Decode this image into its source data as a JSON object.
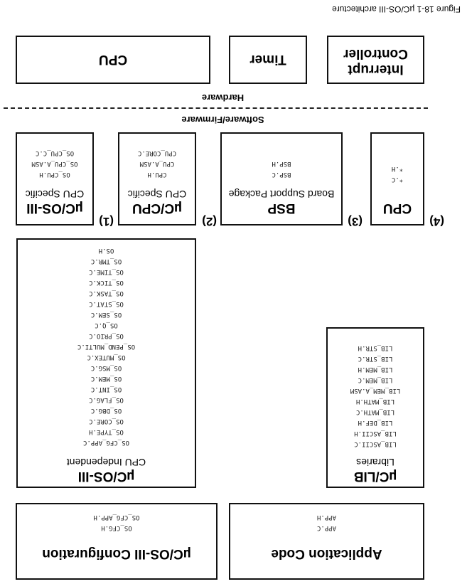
{
  "caption": "Figure 18-1 µC/OS-III architecture",
  "hardware": {
    "label": "Hardware",
    "cpu": "CPU",
    "timer": "Timer",
    "interrupt_controller": [
      "Interrupt",
      "Controller"
    ]
  },
  "software_label": "Software/Firmware",
  "os_cpu": {
    "title": "µC/OS-III",
    "subtitle": "CPU Specific",
    "files": [
      "OS_CPU.H",
      "OS_CPU_A.ASM",
      "OS_CPU_C.C"
    ],
    "num": "(1)"
  },
  "uc_cpu": {
    "title": "µC/CPU",
    "subtitle": "CPU Specific",
    "files": [
      "CPU.H",
      "CPU_A.ASM",
      "CPU_CORE.C"
    ],
    "num": "(2)"
  },
  "bsp": {
    "title": "BSP",
    "subtitle": "Board Support Package",
    "files": [
      "BSP.C",
      "BSP.H"
    ],
    "num": "(3)"
  },
  "cpu": {
    "title": "CPU",
    "files": [
      "*.C",
      "*.H"
    ],
    "num": "(4)"
  },
  "os_indep": {
    "title": "µC/OS-III",
    "subtitle": "CPU Independent",
    "files": [
      "OS_CFG_APP.C",
      "OS_TYPE.H",
      "OS_CORE.C",
      "OS_DBG.C",
      "OS_FLAG.C",
      "OS_INT.C",
      "OS_MEM.C",
      "OS_MSG.C",
      "OS_MUTEX.C",
      "OS_PEND_MULTI.C",
      "OS_PRIO.C",
      "OS_Q.C",
      "OS_SEM.C",
      "OS_STAT.C",
      "OS_TASK.C",
      "OS_TICK.C",
      "OS_TIME.C",
      "OS_TMR.C",
      "OS.H"
    ]
  },
  "uc_lib": {
    "title": "µC/LIB",
    "subtitle": "Libraries",
    "files": [
      "LIB_ASCII.C",
      "LIB_ASCII.H",
      "LIB_DEF.H",
      "LIB_MATH.C",
      "LIB_MATH.H",
      "LIB_MEM_A.ASM",
      "LIB_MEM.C",
      "LIB_MEM.H",
      "LIB_STR.C",
      "LIB_STR.H"
    ]
  },
  "config": {
    "title": "µC/OS-III Configuration",
    "files": [
      "OS_CFG.H",
      "OS_CFG_APP.H"
    ]
  },
  "app": {
    "title": "Application Code",
    "files": [
      "APP.C",
      "APP.H"
    ]
  }
}
